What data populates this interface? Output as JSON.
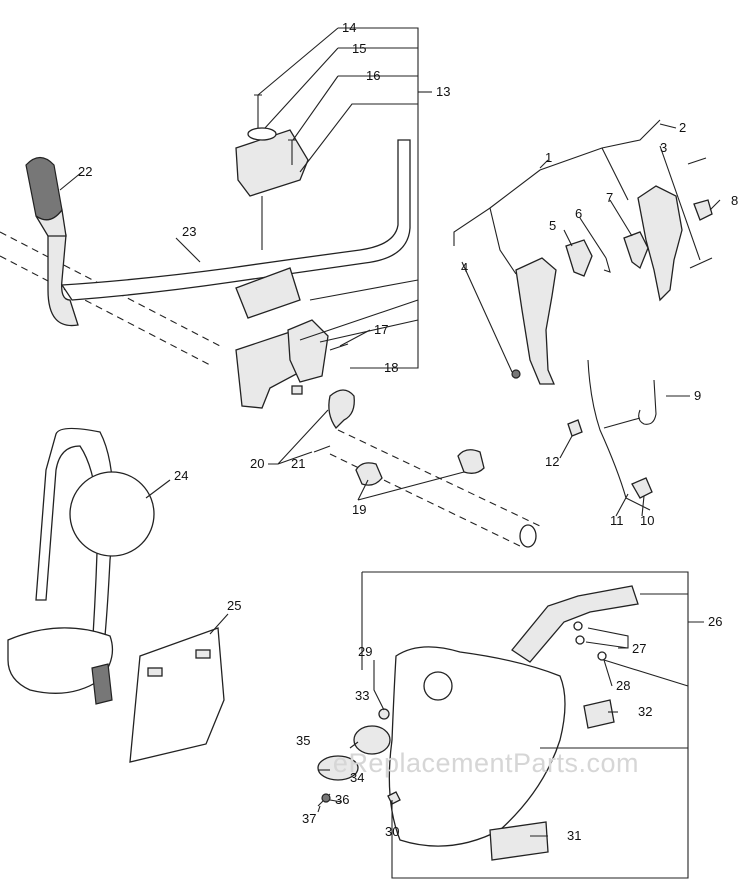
{
  "watermark": "eReplacementParts.com",
  "callouts": [
    "1",
    "2",
    "3",
    "4",
    "5",
    "6",
    "7",
    "8",
    "9",
    "10",
    "11",
    "12",
    "13",
    "14",
    "15",
    "16",
    "17",
    "18",
    "19",
    "20",
    "21",
    "22",
    "23",
    "24",
    "25",
    "26",
    "27",
    "28",
    "29",
    "30",
    "31",
    "32",
    "33",
    "34",
    "35",
    "36",
    "37"
  ]
}
